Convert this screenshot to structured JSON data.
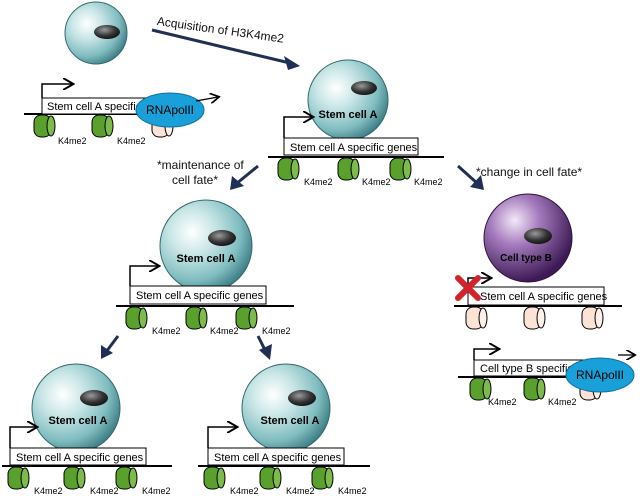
{
  "arrows": {
    "acquisition": "Acquisition of H3K4me2",
    "maintenance_line1": "*maintenance of",
    "maintenance_line2": "cell fate*",
    "change": "*change in cell fate*"
  },
  "cells": {
    "top_left": "",
    "center": "Stem cell A",
    "mid_left": "Stem cell A",
    "right": "Cell type B",
    "bottom_left": "Stem cell A",
    "bottom_mid": "Stem cell A"
  },
  "genes": {
    "top_left": "Stem cell A specific",
    "center": "Stem cell A specific genes",
    "mid_left": "Stem cell A specific genes",
    "right": "Stem cell A specific genes",
    "right_b": "Cell type B specific",
    "bottom_left": "Stem cell A specific genes",
    "bottom_mid": "Stem cell A specific genes"
  },
  "polymerase": {
    "top_left": "RNApolII",
    "right_b": "RNApolII"
  },
  "marks": {
    "k4me2": "K4me2"
  },
  "colors": {
    "nucleosome_marked": "#5aa02c",
    "nucleosome_unmarked": "#fde3d6",
    "polymerase": "#1aa0d8",
    "stem_cell": "#8ec9c9",
    "cell_type_b": "#5a2d77",
    "arrow": "#1f2f55",
    "block_x": "#d3232a"
  }
}
